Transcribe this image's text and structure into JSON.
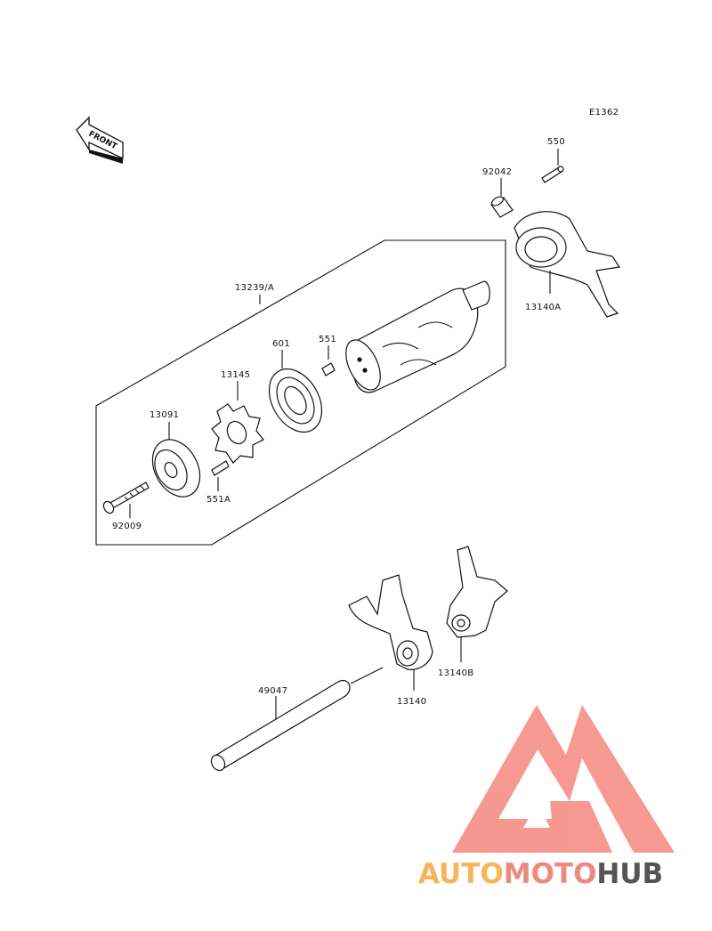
{
  "diagram_code": "E1362",
  "front_label": "FRONT",
  "parts": {
    "p550": "550",
    "p92042": "92042",
    "p13140A": "13140A",
    "p13239A": "13239/A",
    "p601": "601",
    "p551": "551",
    "p13145": "13145",
    "p13091": "13091",
    "p551A": "551A",
    "p92009": "92009",
    "p49047": "49047",
    "p13140": "13140",
    "p13140B": "13140B"
  },
  "watermark": {
    "part1": "AUTO",
    "part2": "MOTO",
    "part3": "HUB",
    "colors": {
      "auto": "#f7b55a",
      "moto": "#ec8a80",
      "hub": "#555555",
      "logo": "#f4938b"
    }
  }
}
